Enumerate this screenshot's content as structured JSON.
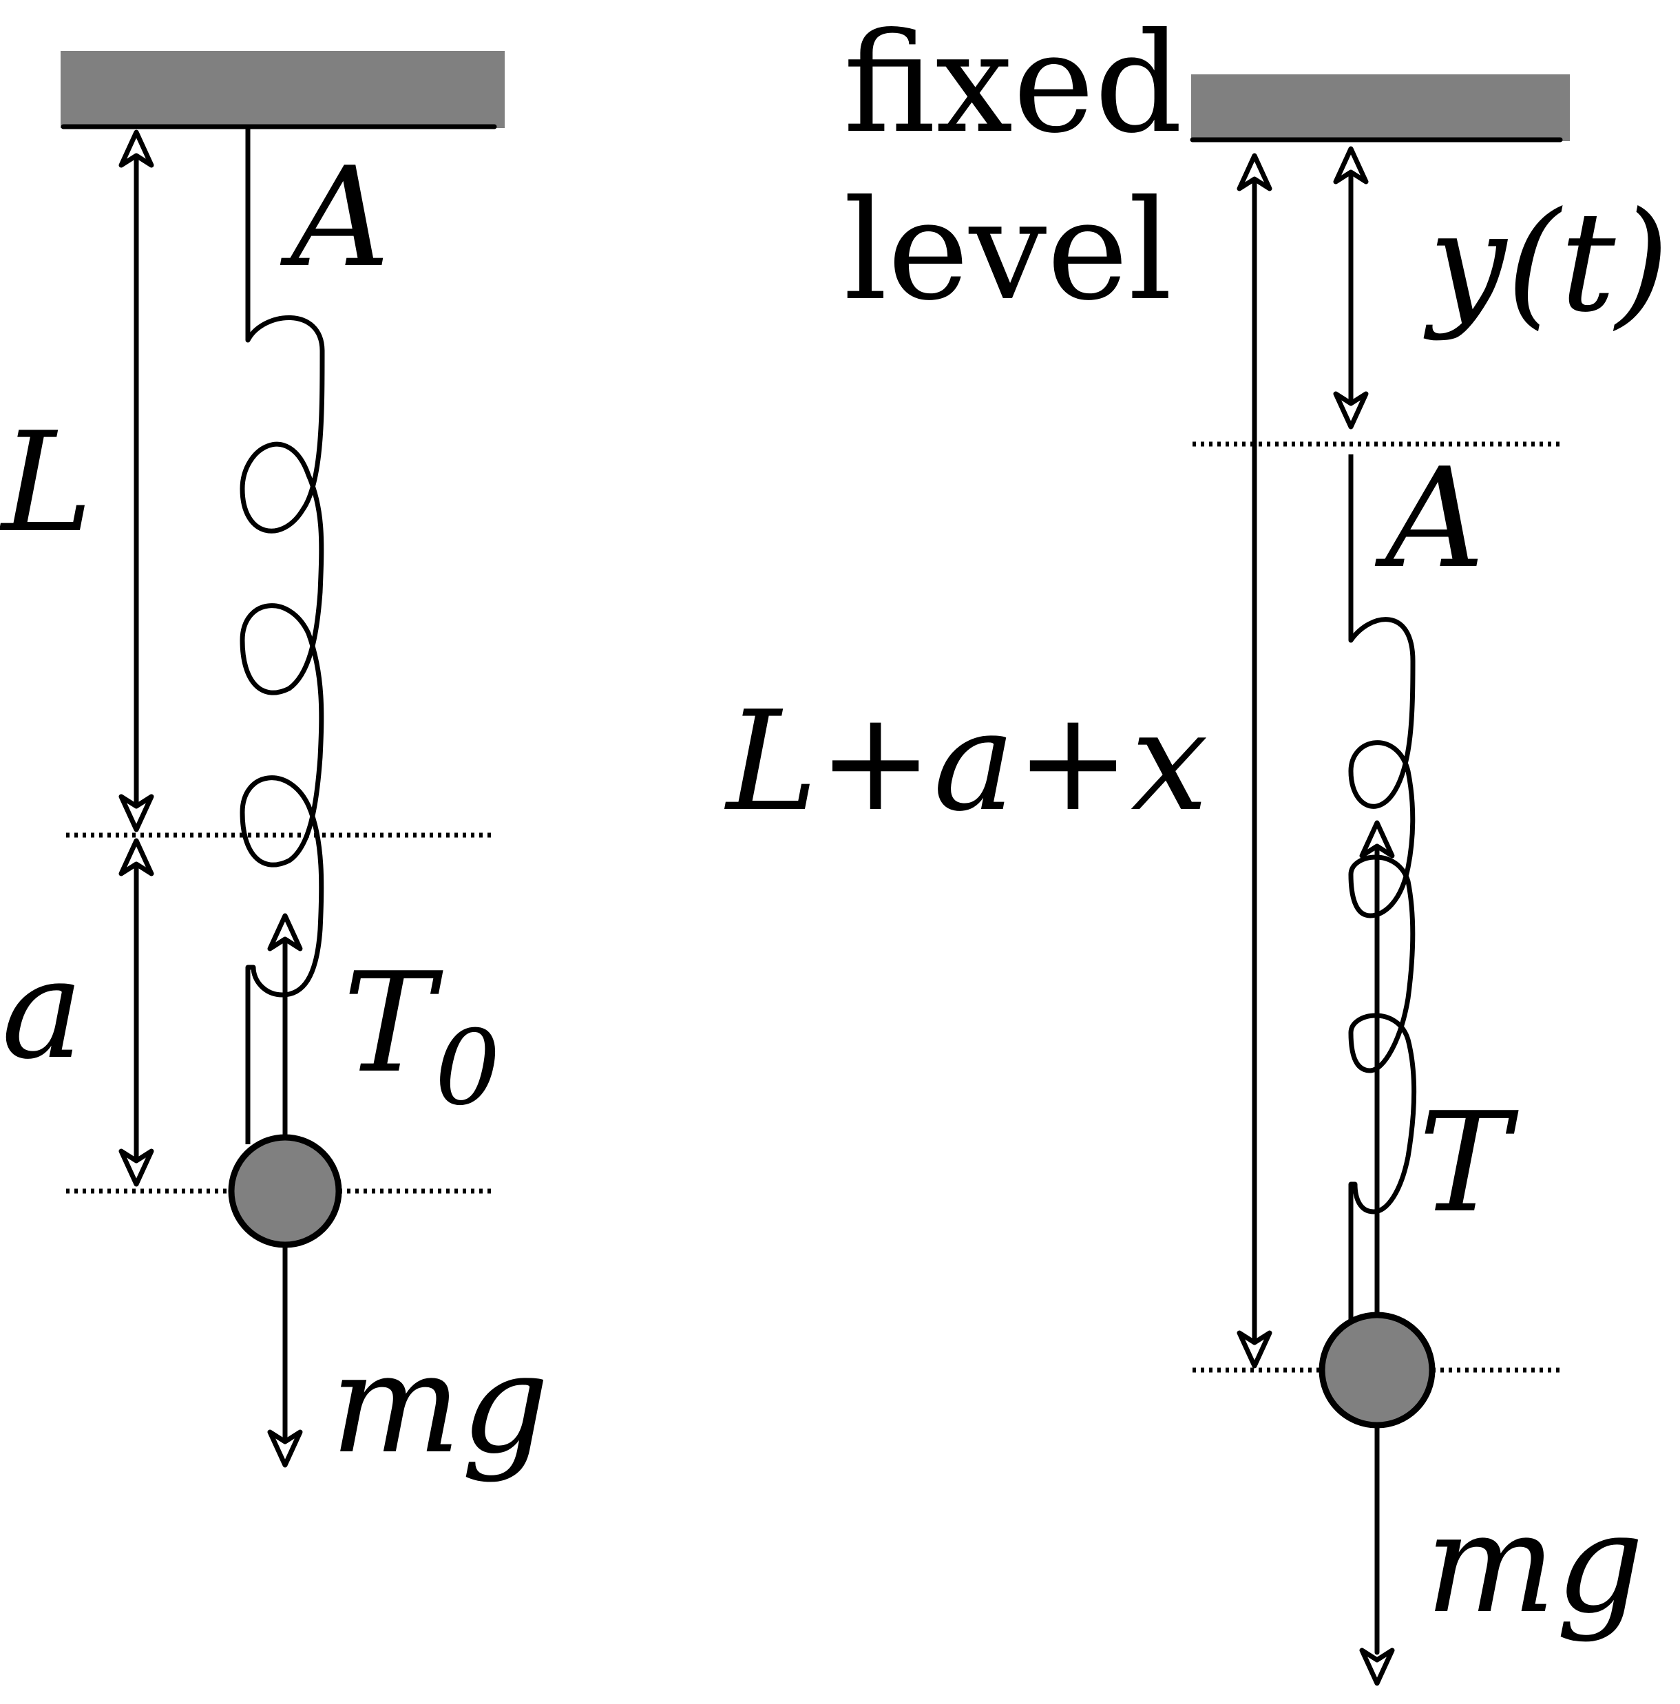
{
  "left_figure": {
    "label_point": "A",
    "label_length": "L",
    "label_extension": "a",
    "label_tension": "T",
    "label_tension_sub": "0",
    "label_weight": "mg"
  },
  "right_figure": {
    "label_fixed": "fixed",
    "label_level": "level",
    "label_displacement": "y(t)",
    "label_point": "A",
    "label_total_length": "L+a+x",
    "label_tension": "T",
    "label_weight": "mg"
  },
  "colors": {
    "support": "#808080",
    "mass": "#808080",
    "ink": "#000000"
  }
}
